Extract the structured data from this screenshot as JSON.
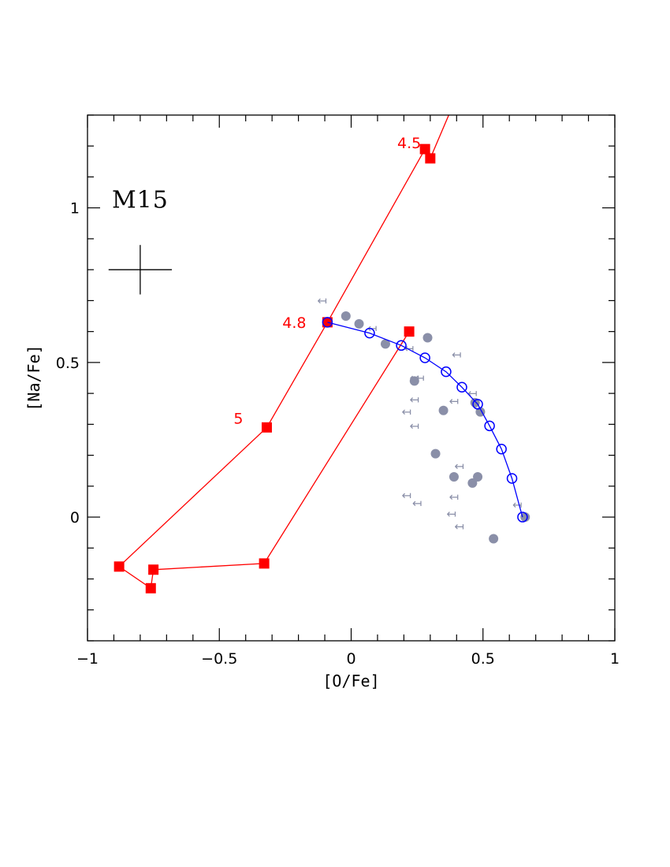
{
  "chart_data": {
    "type": "scatter",
    "title": "",
    "panel_label": "M15",
    "xlabel": "[O/Fe]",
    "ylabel": "[Na/Fe]",
    "xlim": [
      -1,
      1
    ],
    "ylim": [
      -0.4,
      1.3
    ],
    "x_ticks": [
      {
        "value": -1,
        "label": "−1"
      },
      {
        "value": -0.5,
        "label": "−0.5"
      },
      {
        "value": 0,
        "label": "0"
      },
      {
        "value": 0.5,
        "label": "0.5"
      },
      {
        "value": 1,
        "label": "1"
      }
    ],
    "y_ticks": [
      {
        "value": 0,
        "label": "0"
      },
      {
        "value": 0.5,
        "label": "0.5"
      },
      {
        "value": 1,
        "label": "1"
      }
    ],
    "grid": false,
    "error_bar": {
      "x": -0.8,
      "y": 0.8,
      "xerr": 0.12,
      "yerr": 0.08
    },
    "colors": {
      "model_track": "#ff0000",
      "dilution_curve": "#0000ff",
      "observations": "#8a8fa8",
      "axes": "#000000"
    },
    "series": [
      {
        "style": "red-squares-line",
        "points": [
          {
            "x": 0.22,
            "y": 0.6
          },
          {
            "x": -0.33,
            "y": -0.15
          },
          {
            "x": -0.75,
            "y": -0.17
          },
          {
            "x": -0.76,
            "y": -0.23
          },
          {
            "x": -0.88,
            "y": -0.16
          },
          {
            "x": -0.32,
            "y": 0.29
          },
          {
            "x": -0.09,
            "y": 0.63
          },
          {
            "x": 0.28,
            "y": 1.19
          },
          {
            "x": 0.3,
            "y": 1.16
          },
          {
            "x": 0.37,
            "y": 1.3
          }
        ],
        "marker_indices": [
          0,
          1,
          2,
          3,
          4,
          5,
          6,
          7,
          8
        ]
      },
      {
        "style": "blue-open-circles-line",
        "points": [
          {
            "x": -0.09,
            "y": 0.63
          },
          {
            "x": 0.07,
            "y": 0.595
          },
          {
            "x": 0.19,
            "y": 0.555
          },
          {
            "x": 0.28,
            "y": 0.515
          },
          {
            "x": 0.36,
            "y": 0.47
          },
          {
            "x": 0.42,
            "y": 0.42
          },
          {
            "x": 0.48,
            "y": 0.365
          },
          {
            "x": 0.525,
            "y": 0.295
          },
          {
            "x": 0.57,
            "y": 0.22
          },
          {
            "x": 0.61,
            "y": 0.125
          },
          {
            "x": 0.65,
            "y": 0.0
          }
        ]
      },
      {
        "style": "grey-filled-circles",
        "points": [
          {
            "x": -0.02,
            "y": 0.65
          },
          {
            "x": 0.03,
            "y": 0.625
          },
          {
            "x": 0.13,
            "y": 0.56
          },
          {
            "x": 0.29,
            "y": 0.58
          },
          {
            "x": 0.24,
            "y": 0.44
          },
          {
            "x": 0.35,
            "y": 0.345
          },
          {
            "x": 0.49,
            "y": 0.34
          },
          {
            "x": 0.47,
            "y": 0.37
          },
          {
            "x": 0.32,
            "y": 0.205
          },
          {
            "x": 0.39,
            "y": 0.13
          },
          {
            "x": 0.48,
            "y": 0.13
          },
          {
            "x": 0.46,
            "y": 0.11
          },
          {
            "x": 0.66,
            "y": 0.0
          },
          {
            "x": 0.54,
            "y": -0.07
          }
        ]
      },
      {
        "style": "grey-upper-limits",
        "points": [
          {
            "x": -0.11,
            "y": 0.7
          },
          {
            "x": 0.08,
            "y": 0.61
          },
          {
            "x": 0.22,
            "y": 0.545
          },
          {
            "x": 0.26,
            "y": 0.45
          },
          {
            "x": 0.24,
            "y": 0.45
          },
          {
            "x": 0.24,
            "y": 0.38
          },
          {
            "x": 0.21,
            "y": 0.34
          },
          {
            "x": 0.24,
            "y": 0.295
          },
          {
            "x": 0.4,
            "y": 0.525
          },
          {
            "x": 0.46,
            "y": 0.4
          },
          {
            "x": 0.39,
            "y": 0.375
          },
          {
            "x": 0.41,
            "y": 0.165
          },
          {
            "x": 0.21,
            "y": 0.07
          },
          {
            "x": 0.25,
            "y": 0.045
          },
          {
            "x": 0.39,
            "y": 0.065
          },
          {
            "x": 0.38,
            "y": 0.01
          },
          {
            "x": 0.41,
            "y": -0.03
          },
          {
            "x": 0.63,
            "y": 0.04
          }
        ]
      }
    ],
    "annotations": [
      {
        "text": "4.5",
        "x": 0.28,
        "y": 1.19
      },
      {
        "text": "4.8",
        "x": -0.09,
        "y": 0.63
      },
      {
        "text": "5",
        "x": -0.32,
        "y": 0.29
      }
    ],
    "upper_limit_symbol": "↤"
  }
}
